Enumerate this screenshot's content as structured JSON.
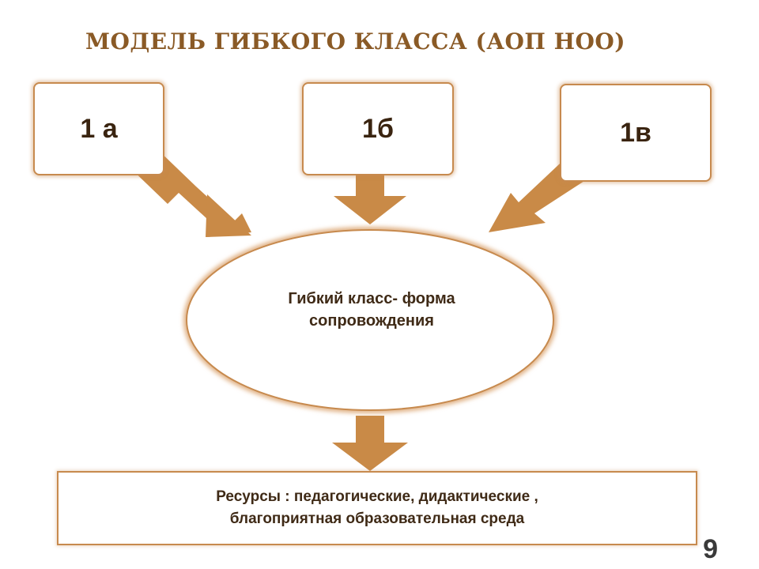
{
  "slide": {
    "title": "МОДЕЛЬ ГИБКОГО КЛАССА (АОП НОО)",
    "page_number": "9"
  },
  "classes": [
    {
      "label": "1 а"
    },
    {
      "label": "1б"
    },
    {
      "label": "1в"
    }
  ],
  "center": {
    "line1": "Гибкий класс- форма",
    "line2": "сопровождения"
  },
  "resources": {
    "line1": "Ресурсы : педагогические, дидактические ,",
    "line2": "благоприятная образовательная среда"
  },
  "colors": {
    "title": "#8a5a26",
    "arrow": "#c98a47",
    "border": "#c78a4e",
    "text": "#3f2a16"
  }
}
